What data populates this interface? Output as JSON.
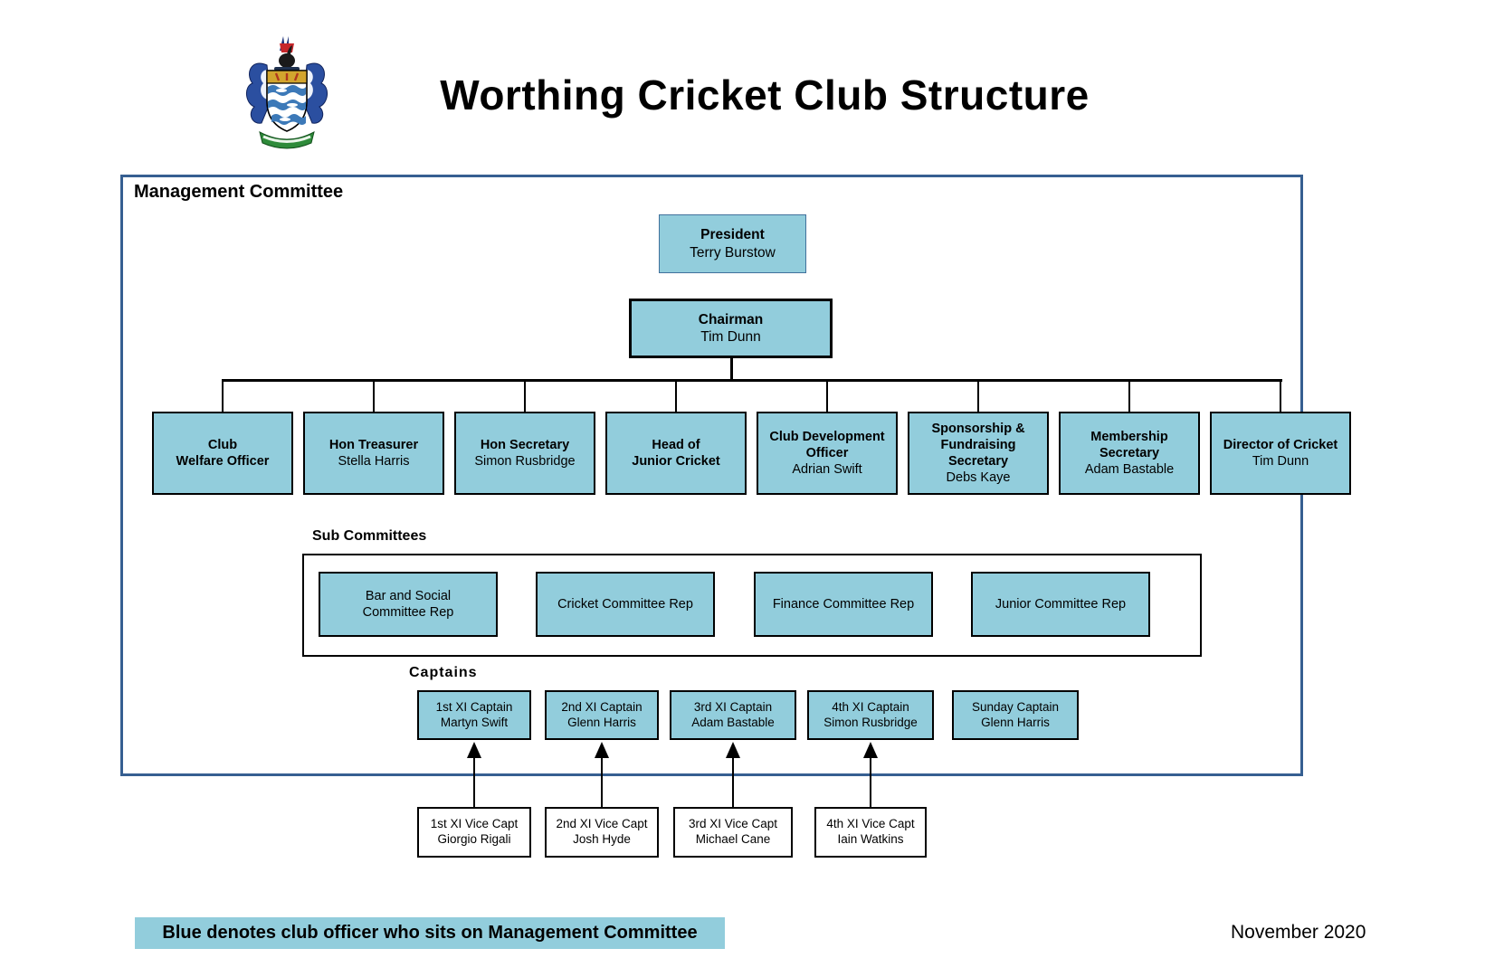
{
  "header": {
    "title": "Worthing Cricket Club Structure"
  },
  "management_committee": {
    "label": "Management Committee",
    "president": {
      "title": "President",
      "name": "Terry Burstow"
    },
    "chairman": {
      "title": "Chairman",
      "name": "Tim Dunn"
    },
    "officers": [
      {
        "title": "Club\nWelfare Officer",
        "name": ""
      },
      {
        "title": "Hon Treasurer",
        "name": "Stella Harris"
      },
      {
        "title": "Hon Secretary",
        "name": "Simon Rusbridge"
      },
      {
        "title": "Head of\nJunior Cricket",
        "name": ""
      },
      {
        "title": "Club Development\nOfficer",
        "name": "Adrian Swift"
      },
      {
        "title": "Sponsorship &\nFundraising\nSecretary",
        "name": "Debs Kaye"
      },
      {
        "title": "Membership\nSecretary",
        "name": "Adam Bastable"
      },
      {
        "title": "Director of Cricket",
        "name": "Tim Dunn"
      }
    ]
  },
  "sub_committees": {
    "label": "Sub Committees",
    "items": [
      {
        "name": "Bar and Social\nCommittee Rep"
      },
      {
        "name": "Cricket Committee Rep"
      },
      {
        "name": "Finance Committee Rep"
      },
      {
        "name": "Junior Committee Rep"
      }
    ]
  },
  "captains": {
    "label": "Captains",
    "items": [
      {
        "title": "1st XI Captain",
        "name": "Martyn Swift"
      },
      {
        "title": "2nd XI Captain",
        "name": "Glenn Harris"
      },
      {
        "title": "3rd XI Captain",
        "name": "Adam Bastable"
      },
      {
        "title": "4th XI Captain",
        "name": "Simon Rusbridge"
      },
      {
        "title": "Sunday Captain",
        "name": "Glenn Harris"
      }
    ]
  },
  "vice_captains": [
    {
      "title": "1st XI Vice Capt",
      "name": "Giorgio Rigali"
    },
    {
      "title": "2nd XI Vice Capt",
      "name": "Josh Hyde"
    },
    {
      "title": "3rd XI Vice Capt",
      "name": "Michael Cane"
    },
    {
      "title": "4th XI Vice Capt",
      "name": "Iain Watkins"
    }
  ],
  "footer": {
    "legend": "Blue denotes club officer who sits on Management Committee",
    "date": "November 2020"
  },
  "colors": {
    "box_fill": "#92CDDC",
    "container_border": "#365F91",
    "president_border": "#41719C",
    "box_border": "#000000"
  }
}
